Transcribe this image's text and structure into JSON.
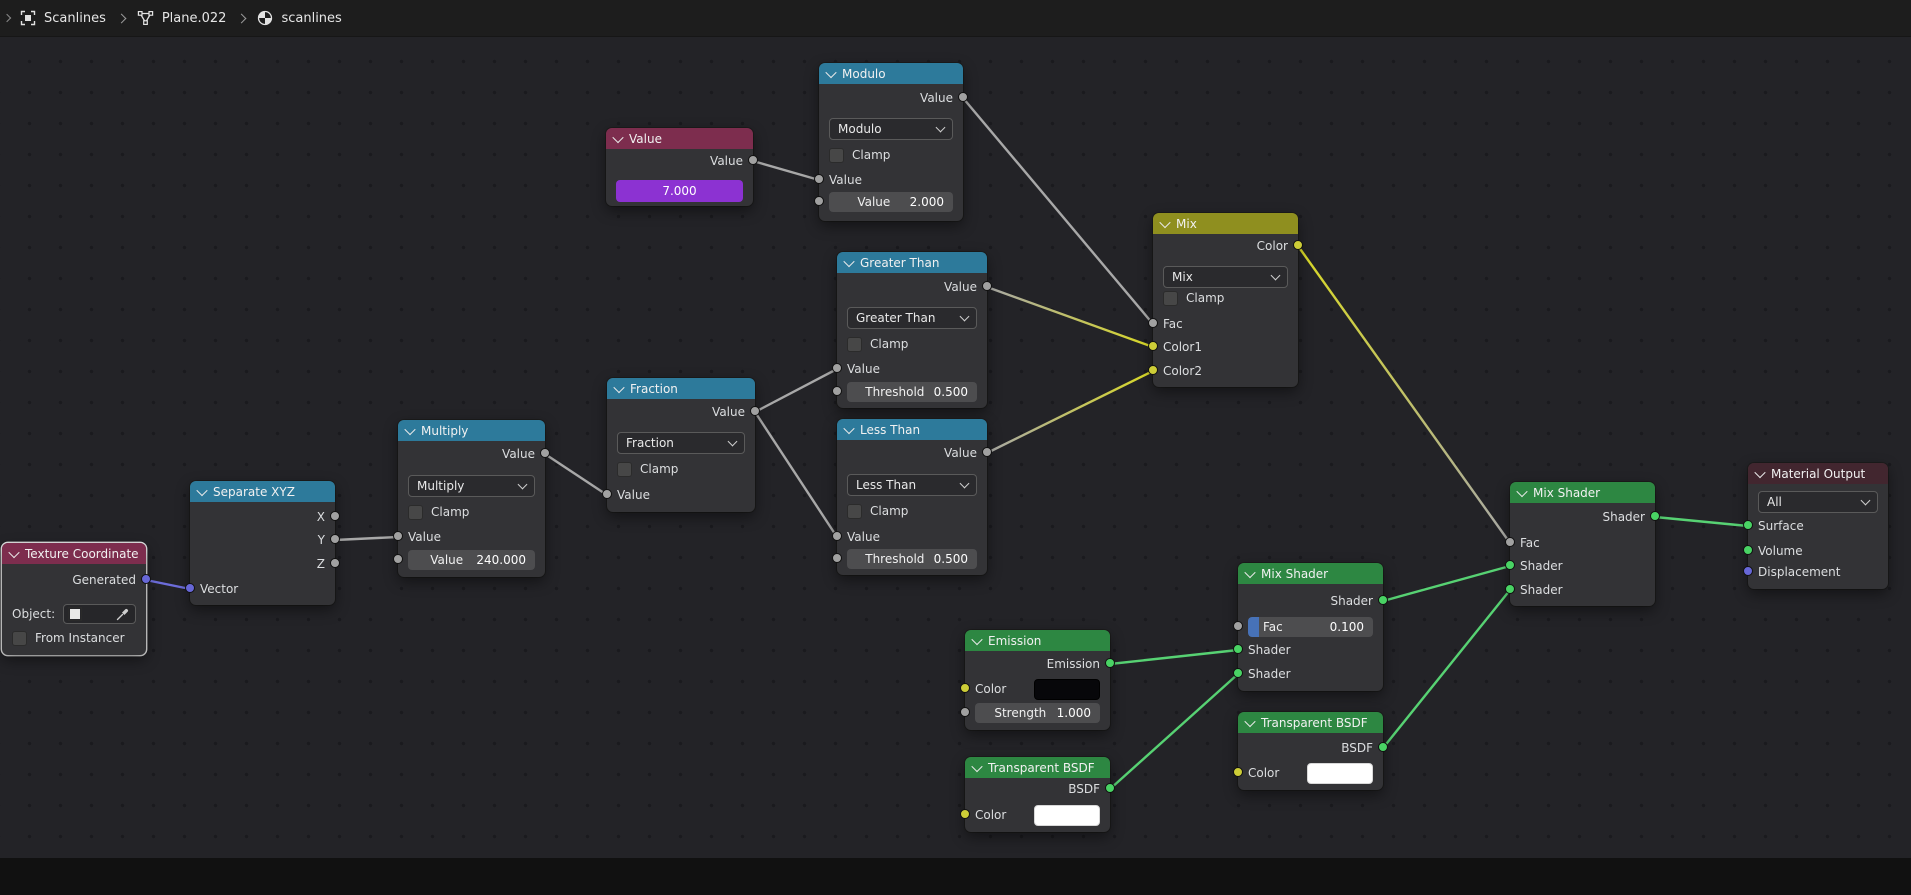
{
  "header_bar": {
    "breadcrumb": [
      {
        "icon": "scene-icon",
        "label": "Scanlines"
      },
      {
        "icon": "mesh-icon",
        "label": "Plane.022"
      },
      {
        "icon": "material-icon",
        "label": "scanlines"
      }
    ]
  },
  "colors": {
    "header_converter_blue": "#2d7a9b",
    "header_input_red": "#7d2d4e",
    "header_color_olive": "#8f8f1f",
    "header_shader_green": "#2d8742",
    "header_output_dark_red": "#42262f",
    "socket_value_gray": "#a1a1a1",
    "socket_color_yellow": "#cdcd37",
    "socket_shader_green": "#49d364",
    "socket_vector_violet": "#6767d7",
    "noodle_yellow": "#d9d925",
    "noodle_green": "#57d273",
    "value_slider_purple": "#8c32d2",
    "fac_fill_blue": "#4772b8"
  },
  "nodes": {
    "texture_coordinate": {
      "title": "Texture Coordinate",
      "output_generated": "Generated",
      "object_label": "Object:",
      "from_instancer_label": "From Instancer"
    },
    "separate_xyz": {
      "title": "Separate XYZ",
      "outputs": [
        "X",
        "Y",
        "Z"
      ],
      "input_vector": "Vector"
    },
    "multiply": {
      "title": "Multiply",
      "output_label": "Value",
      "operation": "Multiply",
      "clamp_label": "Clamp",
      "input_label": "Value",
      "field_label": "Value",
      "field_value": "240.000"
    },
    "fraction": {
      "title": "Fraction",
      "output_label": "Value",
      "operation": "Fraction",
      "clamp_label": "Clamp",
      "input_label": "Value"
    },
    "value": {
      "title": "Value",
      "output_label": "Value",
      "field_value": "7.000"
    },
    "modulo": {
      "title": "Modulo",
      "output_label": "Value",
      "operation": "Modulo",
      "clamp_label": "Clamp",
      "input_label": "Value",
      "field_label": "Value",
      "field_value": "2.000"
    },
    "greater_than": {
      "title": "Greater Than",
      "output_label": "Value",
      "operation": "Greater Than",
      "clamp_label": "Clamp",
      "input_label": "Value",
      "field_label": "Threshold",
      "field_value": "0.500"
    },
    "less_than": {
      "title": "Less Than",
      "output_label": "Value",
      "operation": "Less Than",
      "clamp_label": "Clamp",
      "input_label": "Value",
      "field_label": "Threshold",
      "field_value": "0.500"
    },
    "mix": {
      "title": "Mix",
      "output_label": "Color",
      "operation": "Mix",
      "clamp_label": "Clamp",
      "inputs": [
        "Fac",
        "Color1",
        "Color2"
      ]
    },
    "emission": {
      "title": "Emission",
      "output_label": "Emission",
      "color_label": "Color",
      "strength_label": "Strength",
      "strength_value": "1.000"
    },
    "transparent_bsdf_1": {
      "title": "Transparent BSDF",
      "output_label": "BSDF",
      "color_label": "Color"
    },
    "mix_shader_1": {
      "title": "Mix Shader",
      "output_label": "Shader",
      "fac_label": "Fac",
      "fac_value": "0.100",
      "shader_input_1": "Shader",
      "shader_input_2": "Shader"
    },
    "transparent_bsdf_2": {
      "title": "Transparent BSDF",
      "output_label": "BSDF",
      "color_label": "Color"
    },
    "mix_shader_2": {
      "title": "Mix Shader",
      "output_label": "Shader",
      "inputs": [
        "Fac",
        "Shader",
        "Shader"
      ]
    },
    "material_output": {
      "title": "Material Output",
      "target": "All",
      "inputs": [
        "Surface",
        "Volume",
        "Displacement"
      ]
    }
  }
}
